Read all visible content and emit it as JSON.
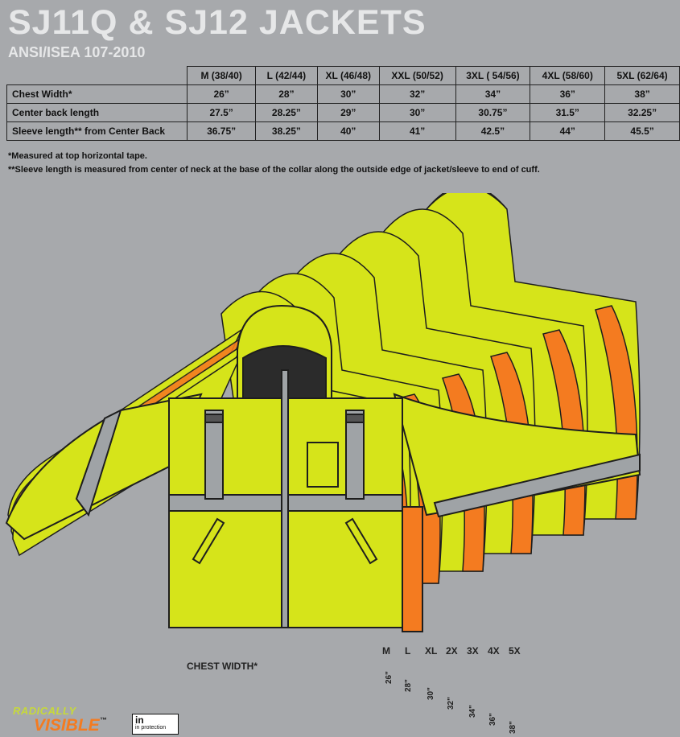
{
  "header": {
    "title": "SJ11Q & SJ12 JACKETS",
    "subtitle": "ANSI/ISEA 107-2010"
  },
  "size_table": {
    "columns": [
      "M (38/40)",
      "L (42/44)",
      "XL (46/48)",
      "XXL (50/52)",
      "3XL ( 54/56)",
      "4XL (58/60)",
      "5XL (62/64)"
    ],
    "rows": [
      {
        "label": "Chest Width*",
        "values": [
          "26”",
          "28”",
          "30”",
          "32”",
          "34”",
          "36”",
          "38”"
        ]
      },
      {
        "label": "Center back length",
        "values": [
          "27.5”",
          "28.25”",
          "29”",
          "30”",
          "30.75”",
          "31.5”",
          "32.25”"
        ]
      },
      {
        "label": "Sleeve length** from Center Back",
        "values": [
          "36.75”",
          "38.25”",
          "40”",
          "41”",
          "42.5”",
          "44”",
          "45.5”"
        ]
      }
    ]
  },
  "notes": [
    "*Measured at top horizontal tape.",
    "**Sleeve length is measured from center of neck at the base of the collar along the outside edge of jacket/sleeve to end of cuff."
  ],
  "chest_scale": {
    "label": "CHEST WIDTH*",
    "sizes": [
      "M",
      "L",
      "XL",
      "2X",
      "3X",
      "4X",
      "5X"
    ],
    "values": [
      "26\"",
      "28\"",
      "30\"",
      "32\"",
      "34\"",
      "36\"",
      "38\""
    ]
  },
  "brand": {
    "radically": "RADICALLY",
    "visible": "VISIBLE",
    "tm": "™",
    "in_label": "in",
    "protection": "in protection"
  },
  "colors": {
    "background": "#a7a9ac",
    "hi_vis_yellow": "#d6e41a",
    "hi_vis_orange": "#f47b20",
    "reflective_tape": "#9fa3a6"
  }
}
